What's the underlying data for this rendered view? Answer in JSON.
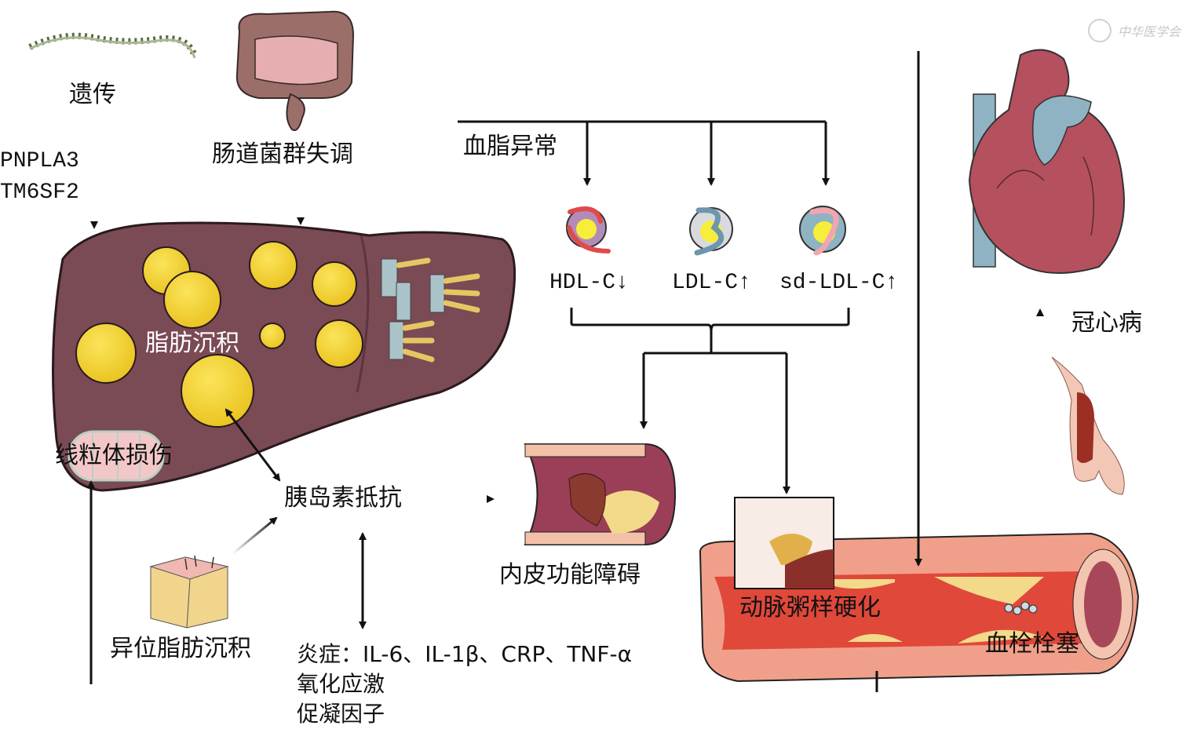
{
  "watermark": {
    "text": "中华医学会",
    "icon": "society-logo-icon"
  },
  "nodes": {
    "genetics": {
      "label": "遗传",
      "genes": [
        "PNPLA3",
        "TM6SF2"
      ],
      "icon": "dna-helix-icon"
    },
    "gut": {
      "label": "肠道菌群失调",
      "icon": "intestine-icon"
    },
    "liver": {
      "icon": "liver-icon",
      "fat_label": "脂肪沉积",
      "mito_label": "线粒体损伤"
    },
    "dyslipidemia": {
      "label": "血脂异常"
    },
    "lipoproteins": [
      {
        "label": "HDL-C",
        "trend": "↓",
        "icon": "hdl-particle-icon"
      },
      {
        "label": "LDL-C",
        "trend": "↑",
        "icon": "ldl-particle-icon"
      },
      {
        "label": "sd-LDL-C",
        "trend": "↑",
        "icon": "sdldl-particle-icon"
      }
    ],
    "insulin_resistance": {
      "label": "胰岛素抵抗"
    },
    "ectopic_fat": {
      "label": "异位脂肪沉积",
      "icon": "adipose-tissue-icon"
    },
    "inflammation": {
      "lines": [
        "炎症：IL-6、IL-1β、CRP、TNF-α",
        "氧化应激",
        "促凝因子"
      ]
    },
    "endothelial": {
      "label": "内皮功能障碍",
      "icon": "damaged-vessel-icon"
    },
    "atherosclerosis": {
      "label": "动脉粥样硬化",
      "icon": "artery-plaque-icon"
    },
    "thrombosis": {
      "label": "血栓栓塞"
    },
    "chd": {
      "label": "冠心病",
      "icon": "heart-icon",
      "vessel_icon": "occluded-artery-icon"
    }
  },
  "colors": {
    "liver": "#7a4a55",
    "fat": "#f2d22e",
    "artery_lumen": "#e0483a",
    "artery_wall": "#f0a08a",
    "plaque": "#f3d98a",
    "heart": "#b5505f",
    "vessel_blue": "#8fb3c2",
    "arrow": "#111111"
  }
}
